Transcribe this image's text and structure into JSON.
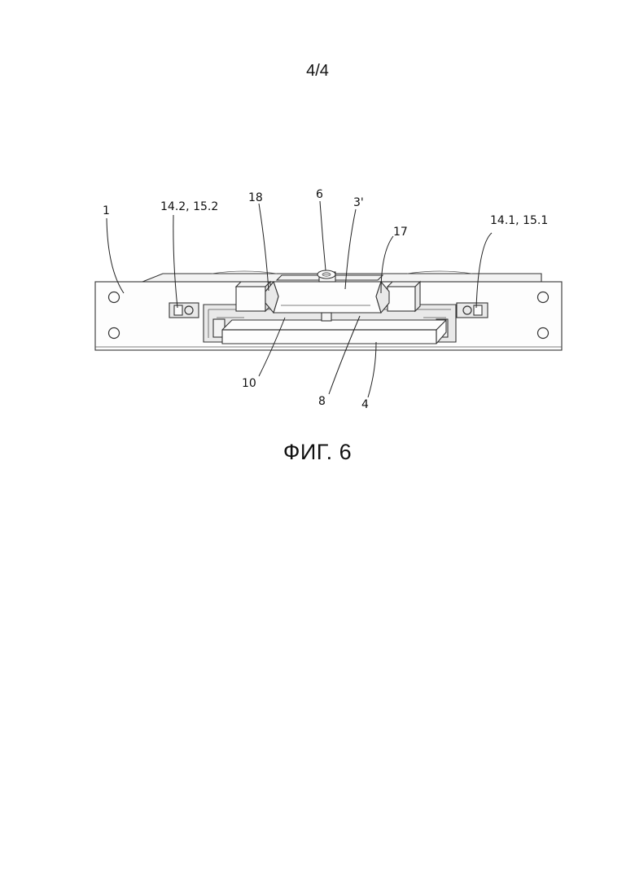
{
  "sheet": {
    "number": "4/4"
  },
  "figure": {
    "caption": "ФИГ. 6"
  },
  "callouts": {
    "c1": "1",
    "c14_2": "14.2, 15.2",
    "c18": "18",
    "c6": "6",
    "c3p": "3'",
    "c17": "17",
    "c14_1": "14.1, 15.1",
    "c10": "10",
    "c8": "8",
    "c4": "4"
  }
}
